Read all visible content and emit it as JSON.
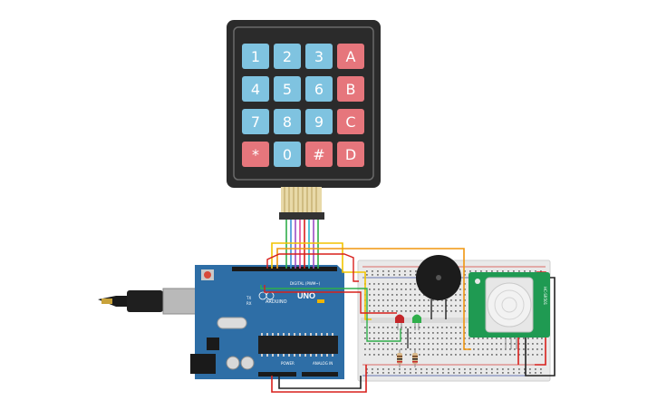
{
  "keypad": {
    "keys": [
      "1",
      "2",
      "3",
      "A",
      "4",
      "5",
      "6",
      "B",
      "7",
      "8",
      "9",
      "C",
      "*",
      "0",
      "#",
      "D"
    ],
    "colors": {
      "digit": "#7fc3e0",
      "letter": "#e6767c",
      "frame": "#2b2b2b"
    }
  },
  "arduino": {
    "model_label": "UNO",
    "brand_label": "ARDUINO",
    "digital_label": "DIGITAL (PWM~)",
    "power_label": "POWER",
    "analog_label": "ANALOG IN",
    "tx_label": "TX",
    "rx_label": "RX",
    "board_color": "#2e6ea6"
  },
  "pir": {
    "label": "HC-SR501",
    "board_color": "#1f9a52"
  },
  "wire_colors": {
    "yellow": "#f2c400",
    "orange": "#f0960f",
    "red": "#d8201c",
    "black": "#222222",
    "green": "#2fae4a",
    "blue": "#3d8fd8",
    "purple": "#9b4fc4",
    "pink": "#e0489a",
    "cyan": "#29b6c8"
  }
}
